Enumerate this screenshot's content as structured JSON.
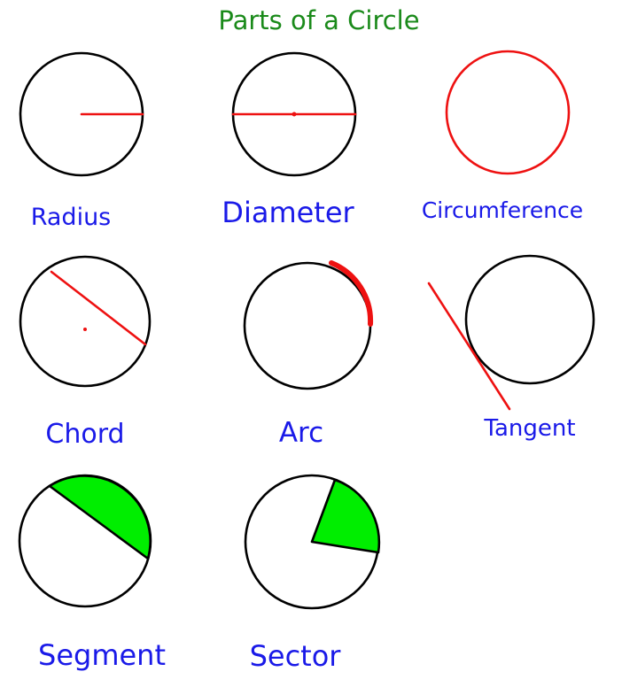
{
  "title": "Parts of a Circle",
  "labels": {
    "radius": "Radius",
    "diameter": "Diameter",
    "circumference": "Circumference",
    "chord": "Chord",
    "arc": "Arc",
    "tangent": "Tangent",
    "segment": "Segment",
    "sector": "Sector"
  },
  "colors": {
    "title": "#1a8a1a",
    "label": "#1a1ae8",
    "highlight_line": "#ee1111",
    "highlight_fill": "#00ee00",
    "outline": "#000000"
  }
}
